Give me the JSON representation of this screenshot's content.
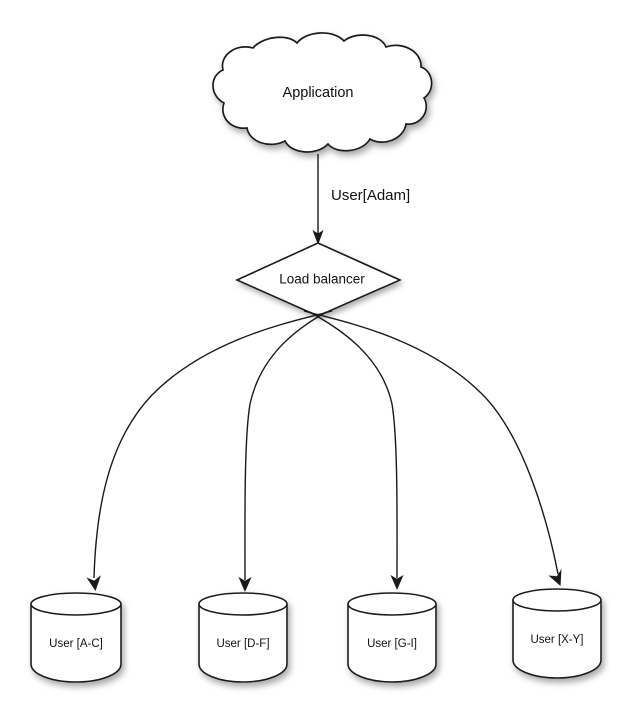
{
  "diagram": {
    "background_color": "#ffffff",
    "stroke_color": "#1a1a1a",
    "fill_color": "#ffffff",
    "shadow_color": "#9a9a9a",
    "nodes": {
      "application": {
        "label": "Application",
        "shape": "cloud"
      },
      "load_balancer": {
        "label": "Load balancer",
        "shape": "diamond"
      },
      "databases": [
        {
          "label": "User [A-C]",
          "shape": "cylinder"
        },
        {
          "label": "User [D-F]",
          "shape": "cylinder"
        },
        {
          "label": "User [G-I]",
          "shape": "cylinder"
        },
        {
          "label": "User [X-Y]",
          "shape": "cylinder"
        }
      ]
    },
    "edges": {
      "application_to_balancer": {
        "label": "User[Adam]"
      },
      "balancer_to_databases": {
        "label": "",
        "count": 4
      }
    }
  }
}
